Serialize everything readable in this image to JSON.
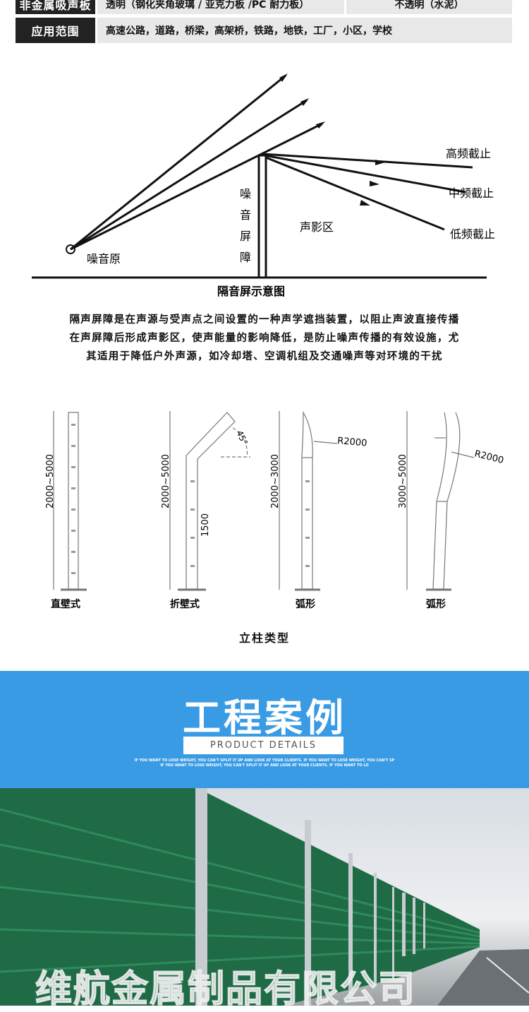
{
  "table": {
    "rows": [
      {
        "label": "非金属吸声板",
        "cells": [
          "透明（钢化夹角玻璃 / 亚克力板 /PC 耐力板）",
          "不透明（水泥）"
        ]
      },
      {
        "label": "应用范围",
        "cells": [
          "高速公路，道路，桥梁，高架桥，铁路，地铁，工厂，小区，学校"
        ]
      }
    ]
  },
  "diagram": {
    "source": "噪音原",
    "barrier": [
      "噪",
      "音",
      "屏",
      "障"
    ],
    "shadow": "声影区",
    "high": "高频截止",
    "mid": "中频截止",
    "low": "低频截止",
    "caption": "隔音屏示意图"
  },
  "paragraph": [
    "隔声屏障是在声源与受声点之间设置的一种声学遮挡装置，以阻止声波直接传播",
    "在声屏障后形成声影区，使声能量的影响降低，是防止噪声传播的有效设施，尤",
    "其适用于降低户外声源，如冷却塔、空调机组及交通噪声等对环境的干扰"
  ],
  "posts": {
    "items": [
      {
        "name": "直壁式",
        "dim": "2000~5000"
      },
      {
        "name": "折壁式",
        "dim": "2000~5000",
        "dim2": "1500",
        "angle": "45°"
      },
      {
        "name": "弧形",
        "dim": "2000~3000",
        "radius": "R2000"
      },
      {
        "name": "弧形",
        "dim": "3000~5000",
        "radius": "R2000"
      }
    ],
    "caption": "立柱类型"
  },
  "banner": {
    "title": "工程案例",
    "subtitle": "PRODUCT DETAILS",
    "line1": "IF YOU WANT TO LOSE WEIGHT, YOU CAN'T SPLIT IT UP AND LOOK AT YOUR CLIENTS. IF YOU WANT TO LOSE WEIGHT, YOU CAN'T SP",
    "line2": "IF YOU WANT TO LOSE WEIGHT, YOU CAN'T SPLIT IT UP AND LOOK AT YOUR CLIENTS. IF YOU WANT TO LO",
    "color": "#3a9be5"
  },
  "photo": {
    "watermark": "维航金属制品有限公司"
  }
}
